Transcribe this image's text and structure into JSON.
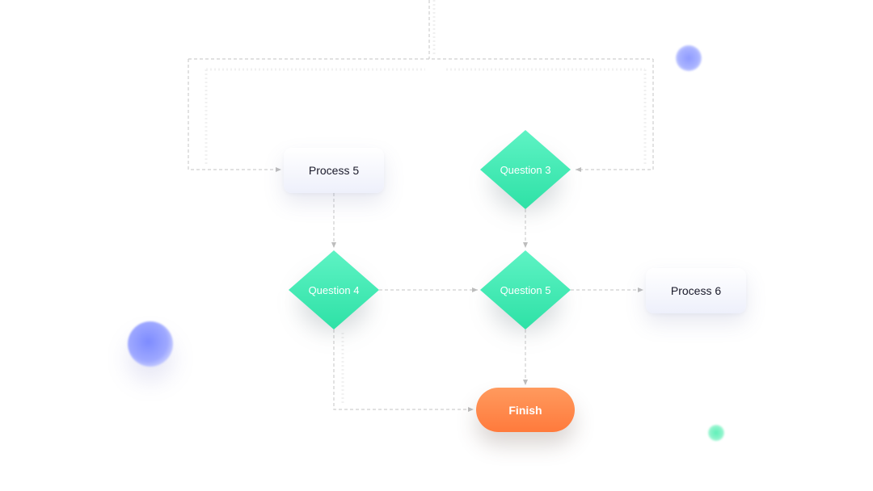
{
  "diagram": {
    "nodes": {
      "process_5": "Process 5",
      "process_6": "Process 6",
      "question_3": "Question 3",
      "question_4": "Question 4",
      "question_5": "Question 5",
      "finish": "Finish"
    },
    "edges": [
      {
        "from": "top",
        "to": "process_5"
      },
      {
        "from": "top",
        "to": "question_3"
      },
      {
        "from": "process_5",
        "to": "question_4"
      },
      {
        "from": "question_3",
        "to": "question_5"
      },
      {
        "from": "question_4",
        "to": "question_5"
      },
      {
        "from": "question_5",
        "to": "process_6"
      },
      {
        "from": "question_5",
        "to": "finish"
      },
      {
        "from": "question_4",
        "to": "finish"
      }
    ]
  },
  "colors": {
    "decision": "#2ee1a6",
    "terminal": "#ff7a3c",
    "process_bg": "#eef0fb",
    "connector": "#c8c8c8",
    "accent_purple": "#8f9bff",
    "accent_green": "#5ef0b8"
  }
}
